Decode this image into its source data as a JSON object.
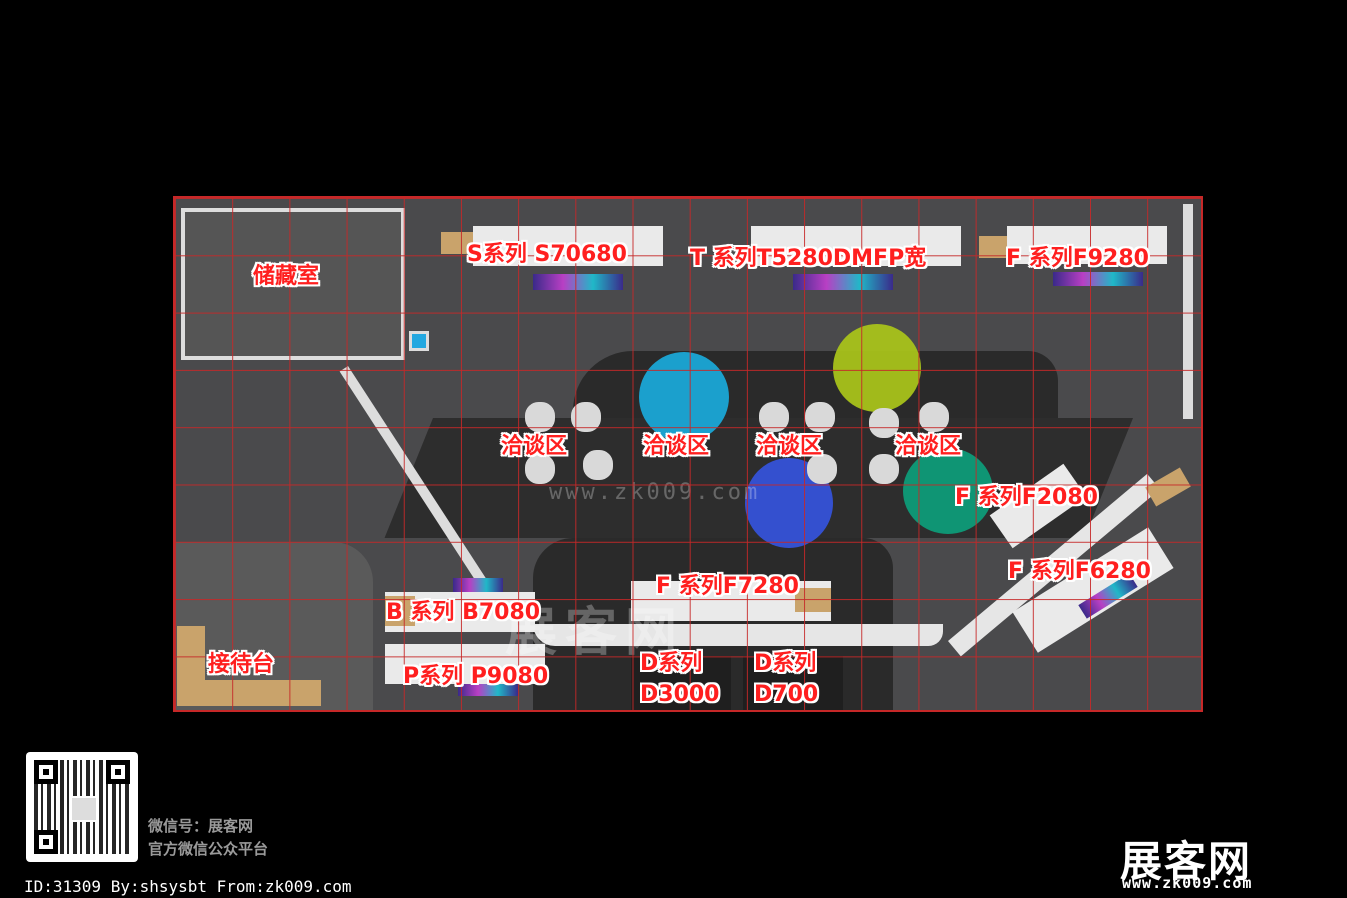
{
  "floorplan": {
    "rooms": {
      "storage": "储藏室",
      "reception": "接待台",
      "negotiation": [
        "洽谈区",
        "洽谈区",
        "洽谈区",
        "洽谈区"
      ]
    },
    "products": {
      "s_series": "S系列 S70680",
      "t_series": "T 系列T5280DMFP宽",
      "f9280": "F 系列F9280",
      "f2080": "F 系列F2080",
      "f6280": "F 系列F6280",
      "f7280": "F 系列F7280",
      "b_series": "B 系列  B7080",
      "p_series": "P系列 P9080",
      "d3000": "D系列\nD3000",
      "d700": "D系列\nD700"
    },
    "colors": {
      "grid": "#c62828",
      "label": "#ff1f1f",
      "umbrella_cyan": "#1aa7d6",
      "umbrella_lime": "#a8c21a",
      "umbrella_blue": "#3552d8",
      "umbrella_green": "#0e9b78"
    },
    "watermark": {
      "text": "展客网",
      "url": "www.zk009.com"
    }
  },
  "footer": {
    "wechat_id": "微信号：展客网",
    "wechat_platform": "官方微信公众平台",
    "image_info": "ID:31309 By:shsysbt From:zk009.com",
    "brand_logo": "展客网",
    "brand_url": "www.zk009.com"
  }
}
